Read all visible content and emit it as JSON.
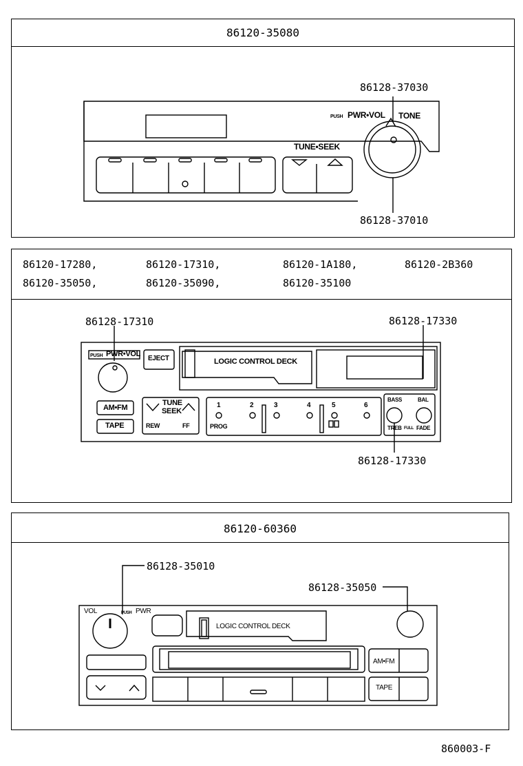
{
  "panel1": {
    "header": "86120-35080",
    "callout_top": "86128-37030",
    "callout_bottom": "86128-37010",
    "labels": {
      "push": "PUSH",
      "pwr_vol": "PWR•VOL",
      "tone": "TONE",
      "tune_seek": "TUNE•SEEK"
    }
  },
  "panel2": {
    "header_parts": [
      "86120-17280,",
      "86120-17310,",
      "86120-1A180,",
      "86120-2B360",
      "86120-35050,",
      "86120-35090,",
      "86120-35100"
    ],
    "callout_left": "86128-17310",
    "callout_right": "86128-17330",
    "callout_bottom": "86128-17330",
    "labels": {
      "push": "PUSH",
      "pwr_vol": "PWR•VOL",
      "eject": "EJECT",
      "deck": "LOGIC CONTROL DECK",
      "amfm": "AM•FM",
      "tape": "TAPE",
      "tune": "TUNE",
      "seek": "SEEK",
      "rew": "REW",
      "ff": "FF",
      "presets": [
        "1",
        "2",
        "3",
        "4",
        "5",
        "6"
      ],
      "prog": "PROG",
      "bass": "BASS",
      "bal": "BAL",
      "treb": "TREB",
      "full": "FULL",
      "fade": "FADE"
    }
  },
  "panel3": {
    "header": "86120-60360",
    "callout_left": "86128-35010",
    "callout_right": "86128-35050",
    "labels": {
      "vol": "VOL",
      "push": "PUSH",
      "pwr": "PWR",
      "deck": "LOGIC CONTROL DECK",
      "amfm": "AM•FM",
      "tape": "TAPE"
    }
  },
  "footer": "860003-F"
}
